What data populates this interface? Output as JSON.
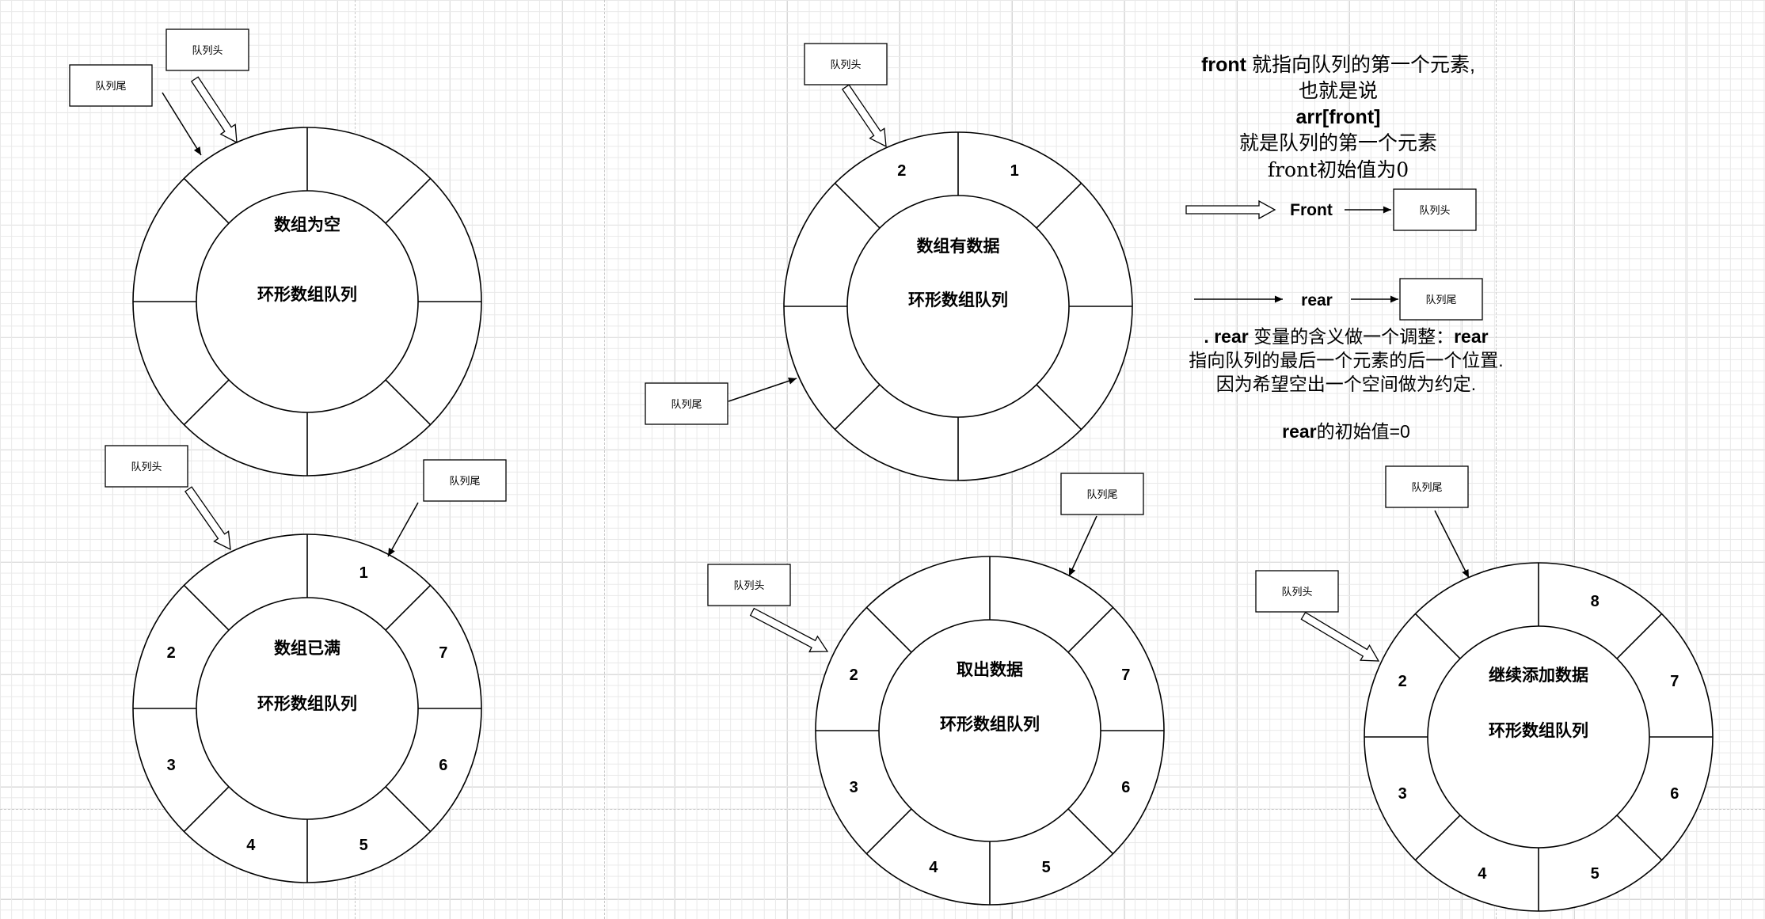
{
  "labels": {
    "queue_head": "队列头",
    "queue_tail": "队列尾",
    "ring_queue": "环形数组队列"
  },
  "rings": [
    {
      "title": "数组为空",
      "numbers": {}
    },
    {
      "title": "数组有数据",
      "numbers": {
        "0": "1",
        "7": "2"
      }
    },
    {
      "title": "数组已满",
      "numbers": {
        "0": "1",
        "1": "7",
        "2": "6",
        "3": "5",
        "4": "4",
        "5": "3",
        "6": "2"
      }
    },
    {
      "title": "取出数据",
      "numbers": {
        "1": "7",
        "2": "6",
        "3": "5",
        "4": "4",
        "5": "3",
        "6": "2"
      }
    },
    {
      "title": "继续添加数据",
      "numbers": {
        "0": "8",
        "1": "7",
        "2": "6",
        "3": "5",
        "4": "4",
        "5": "3",
        "6": "2"
      }
    }
  ],
  "notes": {
    "front_line1_a": "front",
    "front_line1_b": " 就指向队列的第一个元素,",
    "front_line2": "也就是说",
    "front_line3": "arr[front]",
    "front_line4": "就是队列的第一个元素",
    "front_line5": "front初始值为0",
    "front_label": "Front",
    "rear_label": "rear",
    "rear_line1_a": ". rear",
    "rear_line1_b": " 变量的含义做一个调整：",
    "rear_line1_c": "rear",
    "rear_line2": "指向队列的最后一个元素的后一个位置.",
    "rear_line3": "因为希望空出一个空间做为约定.",
    "rear_line4_a": "rear",
    "rear_line4_b": "的初始值=0"
  }
}
